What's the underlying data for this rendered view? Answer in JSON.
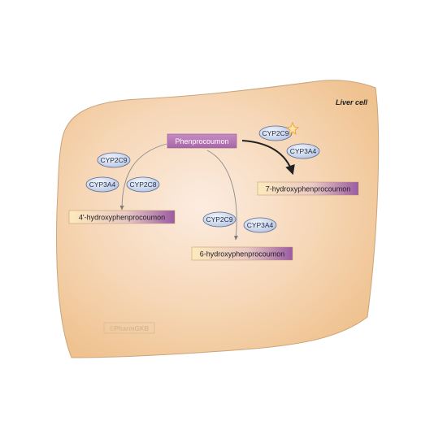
{
  "cell": {
    "label": "Liver cell"
  },
  "drug": {
    "name": "Phenprocoumon"
  },
  "metabolites": {
    "hydroxy7": "7-hydroxyphenprocoumon",
    "hydroxy4": "4'-hydroxyphenprocoumon",
    "hydroxy6": "6-hydroxyphenprocoumon"
  },
  "enzymes": {
    "cyp2c9_a": "CYP2C9",
    "cyp3a4_a": "CYP3A4",
    "cyp2c9_b": "CYP2C9",
    "cyp3a4_b": "CYP3A4",
    "cyp2c8_b": "CYP2C8",
    "cyp2c9_c": "CYP2C9",
    "cyp3a4_c": "CYP3A4"
  },
  "watermark": {
    "text": "©PharmGKB"
  },
  "colors": {
    "cell_fill_center": "#fbe9da",
    "cell_fill_edge": "#f0c492",
    "cell_stroke": "#c9a27a",
    "drug_box": "#b779b6",
    "metabolite_fill_light": "#fbe6b5",
    "metabolite_fill_dark": "#9e5fa5",
    "enzyme_fill": "#d0dbef",
    "enzyme_stroke": "#5e6a8a",
    "major_arrow": "#2a2a2a",
    "minor_arrow": "#7a7a7a",
    "star": "#f2a93a"
  }
}
